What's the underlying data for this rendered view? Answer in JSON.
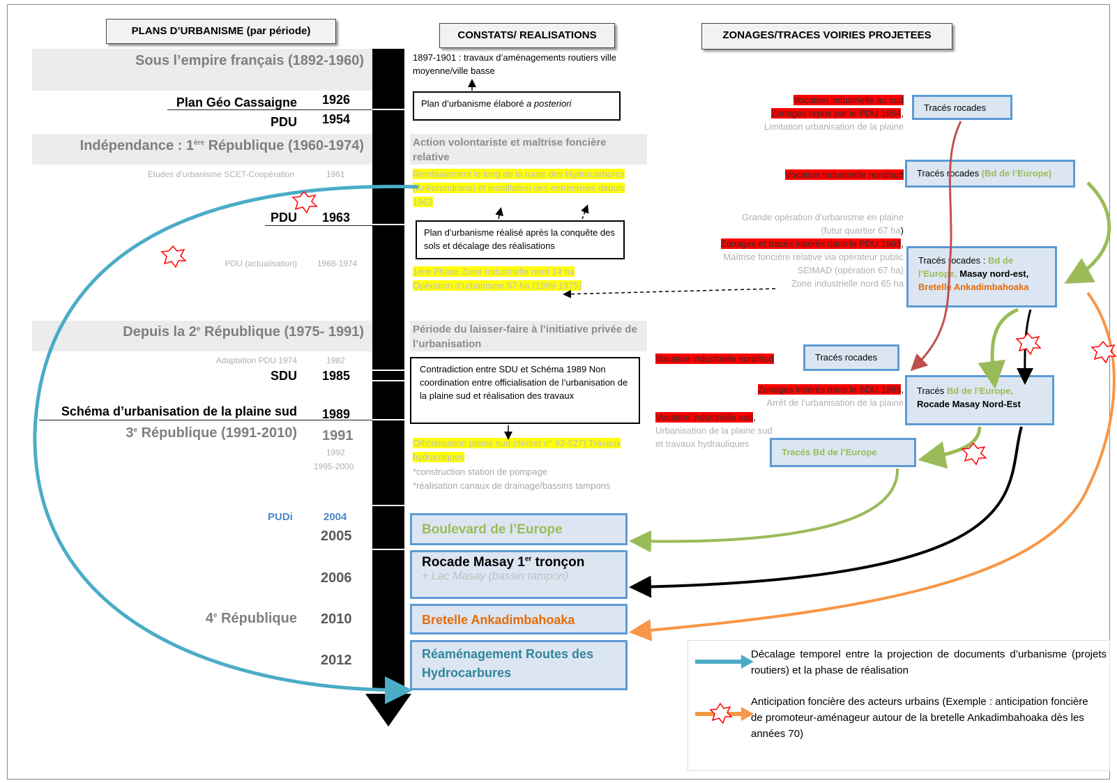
{
  "headers": {
    "plans": "PLANS D’URBANISME (par période)",
    "constats": "CONSTATS/  REALISATIONS",
    "zonages": "ZONAGES/TRACES  VOIRIES PROJETEES"
  },
  "periods": {
    "p1": "Sous l’empire français (1892-1960)",
    "p2_a": "Indépendance : 1",
    "p2_sup": "ère",
    "p2_b": " République (1960-1974)",
    "p3_a": "Depuis la 2",
    "p3_sup": "e",
    "p3_b": " République (1975- 1991)",
    "p4_a": "3",
    "p4_sup": "e",
    "p4_b": " République (1991-2010)",
    "p5_a": "4",
    "p5_sup": "e",
    "p5_b": " République"
  },
  "plans": {
    "geo": "Plan Géo Cassaigne",
    "geo_year": "1926",
    "pdu1": "PDU",
    "pdu1_year": "1954",
    "scet": "Etudes d’urbanisme SCET-Coopération",
    "scet_year": "1961",
    "pdu2": "PDU",
    "pdu2_year": "1963",
    "pdu_act": "PDU (actualisation)",
    "pdu_act_year": "1968-1974",
    "adapt": "Adaptation PDU 1974",
    "adapt_year": "1982",
    "sdu": "SDU",
    "sdu_year": "1985",
    "schema": "Schéma d’urbanisation de la plaine sud",
    "schema_year": "1989",
    "y1991": "1991",
    "y1992": "1992",
    "y1995": "1995-2000",
    "pudi": "PUDi",
    "pudi_year": "2004",
    "y2005": "2005",
    "y2006": "2006",
    "y2010": "2010",
    "y2012": "2012"
  },
  "constats": {
    "c1": "1897-1901 : travaux d’aménagements routiers ville moyenne/ville basse",
    "box1_a": "Plan d’urbanisme  élaboré ",
    "box1_b": "a posteriori",
    "c2": "Action volontariste et maîtrise foncière relative",
    "y1": "Remblaiement le long de la route des Hydrocarbures (Ankorondrano) et installation des entreprises depuis 1962",
    "box2": "Plan d’urbanisme réalisé après la conquête des sols et  décalage des réalisations",
    "y2": "1ère Phase Zone Industrielle nord 14 ha Opération d’urbanisme 67 ha (1969-1975)",
    "c3": "Période du laisser-faire à l’initiative privée de l’urbanisation",
    "box3": "Contradiction entre SDU et Schéma 1989 Non coordination entre officialisation de l’urbanisation de la plaine sud et réalisation des travaux",
    "y3": "Officialisation plaine sud (décret n° 92-527) Travaux hydrauliques",
    "y3_tail": " :",
    "c4a": "*construction station de pompage",
    "c4b": "*réalisation canaux de drainage/bassins tampons"
  },
  "results": {
    "r1": "Boulevard de l’Europe",
    "r2_a": "Rocade Masay 1",
    "r2_sup": "er",
    "r2_b": " tronçon",
    "r2_sub": "+ Lac Masay (bassin tampon)",
    "r3": "Bretelle Ankadimbahoaka",
    "r4": "Réaménagement Routes des Hydrocarbures"
  },
  "zonages": {
    "z1_red1": "Vocation industrielle au sud",
    "z1_red2": "Zonages repris par le PDU 1954",
    "z1_grey": "Limitation urbanisation de la plaine",
    "b1": "Tracés rocades",
    "z2_red": "Vocation industrielle nord/sud",
    "b2_a": "Tracés rocades ",
    "b2_b": "(Bd de l’Europe)",
    "z3_g1": "Grande opération d’urbanisme en plaine",
    "z3_g2": "(futur quartier 67 ha",
    "z3_red": "Zonages et tracés insérés dans le PDU 1963",
    "z3_g3": "Maîtrise foncière relative via opérateur public",
    "z3_g4": "SEIMAD (opération 67 ha)",
    "z3_g5": "Zone industrielle nord 65 ha",
    "b3_a": "Tracés rocades : ",
    "b3_b": "Bd de l’Europe,",
    "b3_c": " Masay nord-est,",
    "b3_d": "Bretelle Ankadimbahoaka",
    "z4_red": "Vocation industrielle nord/sud",
    "b4": "Tracés rocades",
    "z5_red": "Zonages insérés dans le SDU 1985",
    "z5_grey": "Arrêt de l’urbanisation de la plaine",
    "b5_a": "Tracés  ",
    "b5_b": "Bd de l’Europe,",
    "b5_c": "Rocade Masay Nord-Est",
    "z6_red": "Vocation industrielle sud",
    "z6_g1": "Urbanisation de la plaine sud",
    "z6_g2": "et travaux hydrauliques",
    "b6": "Tracés  Bd de l’Europe"
  },
  "legend": {
    "l1": "Décalage  temporel  entre  la  projection  de  documents d’urbanisme (projets routiers) et la phase de réalisation",
    "l2": "Anticipation foncière des acteurs urbains (Exemple : anticipation foncière de promoteur-aménageur autour de la bretelle Ankadimbahoaka dès les années 70)"
  },
  "colors": {
    "teal": "#4bacc6",
    "green": "#9bbb59",
    "orange": "#f79646",
    "brown": "#c0504d",
    "box_blue": "#5b9bd5",
    "box_fill": "#dce6f2",
    "highlight_yellow": "#ffff00",
    "highlight_red": "#ff0000"
  }
}
